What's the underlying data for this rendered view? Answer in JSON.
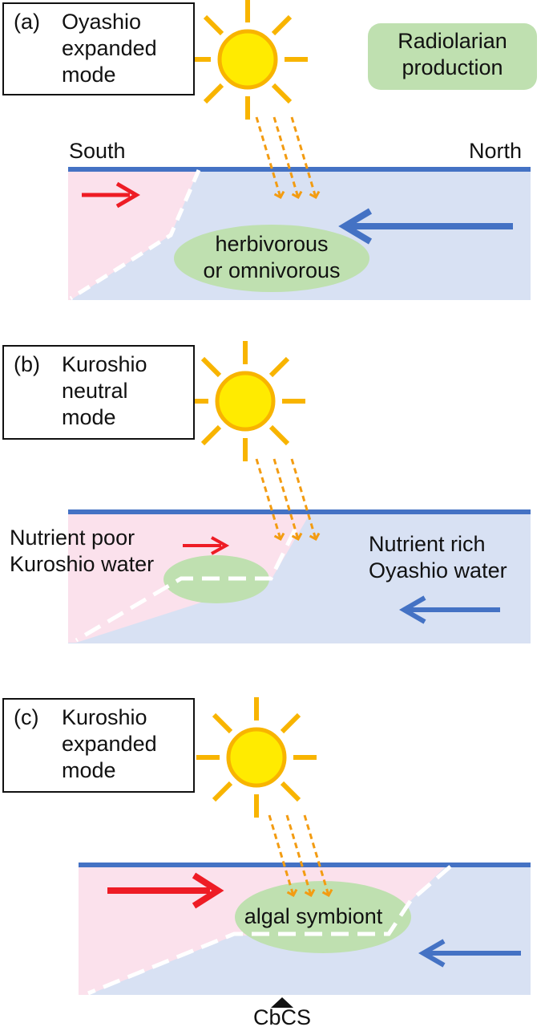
{
  "legend": {
    "line1": "Radiolarian",
    "line2": "production"
  },
  "directions": {
    "south": "South",
    "north": "North"
  },
  "panels": [
    {
      "label": "(a)",
      "line1": "Oyashio",
      "line2": "expanded",
      "line3": "mode",
      "ellipse_text_1": "herbivorous",
      "ellipse_text_2": "or omnivorous"
    },
    {
      "label": "(b)",
      "line1": "Kuroshio",
      "line2": "neutral",
      "line3": "mode",
      "kuroshio_water_1": "Nutrient poor",
      "kuroshio_water_2": "Kuroshio water",
      "oyashio_water_1": "Nutrient rich",
      "oyashio_water_2": "Oyashio water"
    },
    {
      "label": "(c)",
      "line1": "Kuroshio",
      "line2": "expanded",
      "line3": "mode",
      "ellipse_text": "algal symbiont",
      "site_label": "CbCS"
    }
  ],
  "colors": {
    "kuroshio_water": "#fbe1ec",
    "oyashio_water": "#d8e1f3",
    "sea_surface": "#4472c4",
    "kuroshio_arrow": "#ee1c25",
    "oyashio_arrow": "#4472c4",
    "production_ellipse": "#bfe0b0",
    "sun": "#ffeb00",
    "sun_rays": "#f8b400",
    "light_arrows": "#f39c12",
    "front": "#ffffff"
  },
  "icons": [
    "sun-icon",
    "light-ray-arrows",
    "red-current-arrow",
    "blue-current-arrow",
    "triangle-marker-icon"
  ]
}
